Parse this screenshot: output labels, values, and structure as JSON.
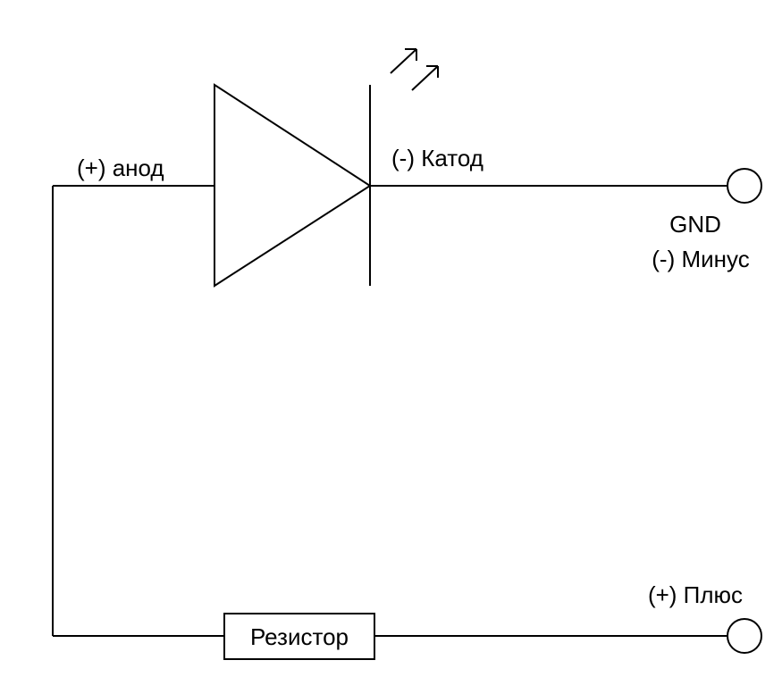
{
  "labels": {
    "anode": "(+) анод",
    "cathode": "(-) Катод",
    "gnd": "GND",
    "minus": "(-) Минус",
    "plus": "(+) Плюс",
    "resistor": "Резистор"
  },
  "colors": {
    "line": "#000000",
    "background": "#ffffff"
  }
}
